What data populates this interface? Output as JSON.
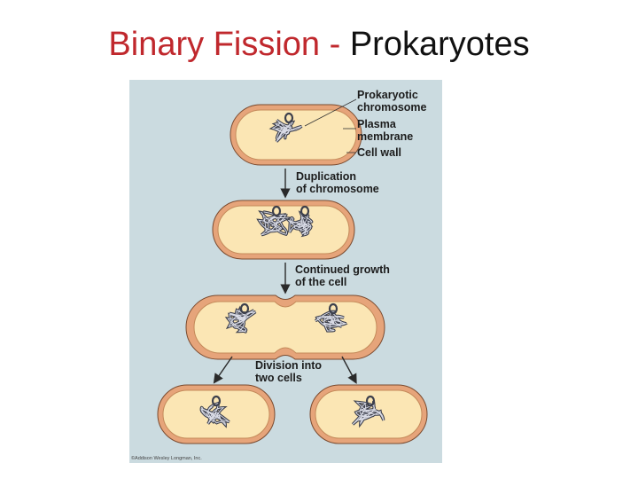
{
  "title": {
    "part_red": "Binary Fission -",
    "part_black": "Prokaryotes"
  },
  "diagram": {
    "labels": {
      "prokaryotic_chromosome": [
        "Prokaryotic",
        "chromosome"
      ],
      "plasma_membrane": [
        "Plasma",
        "membrane"
      ],
      "cell_wall": "Cell wall"
    },
    "steps": [
      {
        "line1": "Duplication",
        "line2": "of chromosome"
      },
      {
        "line1": "Continued growth",
        "line2": "of the cell"
      },
      {
        "line1": "Division into",
        "line2": "two cells"
      }
    ],
    "credit": "©Addison Wesley Longman, Inc.",
    "colors": {
      "background": "#cbdbe0",
      "cell_wall": "#e6a47a",
      "cytoplasm": "#fbe6b4",
      "chromosome": "#3c3f4c",
      "title_red": "#c0282d"
    }
  }
}
